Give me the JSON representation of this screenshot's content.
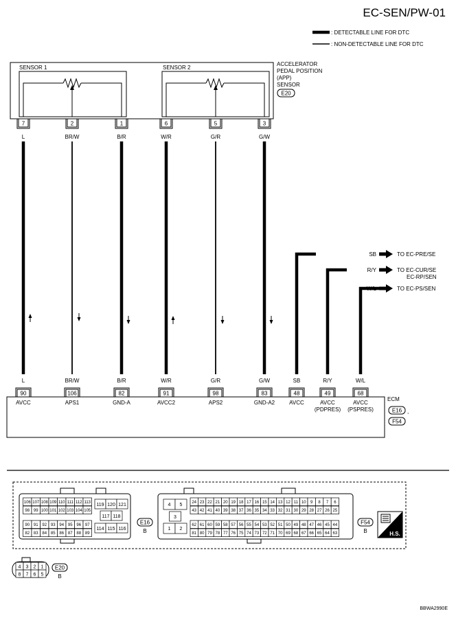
{
  "header": {
    "title": "EC-SEN/PW-01",
    "legend_detectable": ": DETECTABLE LINE FOR DTC",
    "legend_non_detectable": ": NON-DETECTABLE LINE FOR DTC"
  },
  "sensor": {
    "label_lines": [
      "ACCELERATOR",
      "PEDAL POSITION",
      "(APP)",
      "SENSOR"
    ],
    "connector": "E20",
    "sensor1": "SENSOR 1",
    "sensor2": "SENSOR 2"
  },
  "wires": [
    {
      "pin": "7",
      "color": "L",
      "ecm_pin": "90",
      "ecm_label": "AVCC",
      "arrow": "up",
      "detectable": true
    },
    {
      "pin": "2",
      "color": "BR/W",
      "ecm_pin": "106",
      "ecm_label": "APS1",
      "arrow": "down",
      "detectable": false
    },
    {
      "pin": "1",
      "color": "B/R",
      "ecm_pin": "82",
      "ecm_label": "GND-A",
      "arrow": "down",
      "detectable": true
    },
    {
      "pin": "6",
      "color": "W/R",
      "ecm_pin": "91",
      "ecm_label": "AVCC2",
      "arrow": "up",
      "detectable": true
    },
    {
      "pin": "5",
      "color": "G/R",
      "ecm_pin": "98",
      "ecm_label": "APS2",
      "arrow": "down",
      "detectable": false
    },
    {
      "pin": "3",
      "color": "G/W",
      "ecm_pin": "83",
      "ecm_label": "GND-A2",
      "arrow": "down",
      "detectable": true
    }
  ],
  "branch_wires": [
    {
      "color": "SB",
      "ecm_pin": "48",
      "ecm_label": "AVCC",
      "ecm_label2": "",
      "to": "TO EC-PRE/SE",
      "to2": ""
    },
    {
      "color": "R/Y",
      "ecm_pin": "49",
      "ecm_label": "AVCC",
      "ecm_label2": "(PDPRES)",
      "to": "TO EC-CUR/SE",
      "to2": "EC-RP/SEN"
    },
    {
      "color": "W/L",
      "ecm_pin": "68",
      "ecm_label": "AVCC",
      "ecm_label2": "(PSPRES)",
      "to": "TO EC-PS/SEN",
      "to2": ""
    }
  ],
  "ecm": {
    "label": "ECM",
    "connectors": [
      "E16",
      "F54"
    ],
    "comma": ","
  },
  "connector_views": {
    "e16": {
      "name": "E16",
      "sub": "B",
      "row1": [
        "106",
        "107",
        "108",
        "109",
        "110",
        "111",
        "112",
        "113"
      ],
      "row2": [
        "98",
        "99",
        "100",
        "101",
        "102",
        "103",
        "104",
        "105"
      ],
      "row3": [
        "90",
        "91",
        "92",
        "93",
        "94",
        "95",
        "96",
        "97"
      ],
      "row4": [
        "82",
        "83",
        "84",
        "85",
        "86",
        "87",
        "88",
        "89"
      ],
      "mid_top": [
        "119",
        "120",
        "121"
      ],
      "mid_mid": [
        "117",
        "118"
      ],
      "mid_bot": [
        "114",
        "115",
        "116"
      ]
    },
    "f54": {
      "name": "F54",
      "sub": "B",
      "left_top": [
        "4",
        "5"
      ],
      "left_mid": [
        "3"
      ],
      "left_bot": [
        "1",
        "2"
      ],
      "row1": [
        "24",
        "23",
        "22",
        "21",
        "20",
        "19",
        "18",
        "17",
        "16",
        "15",
        "14",
        "13",
        "12",
        "11",
        "10",
        "9",
        "8",
        "7",
        "6"
      ],
      "row2": [
        "43",
        "42",
        "41",
        "40",
        "39",
        "38",
        "37",
        "36",
        "35",
        "34",
        "33",
        "32",
        "31",
        "30",
        "29",
        "28",
        "27",
        "26",
        "25"
      ],
      "row3": [
        "62",
        "61",
        "60",
        "59",
        "58",
        "57",
        "56",
        "55",
        "54",
        "53",
        "52",
        "51",
        "50",
        "49",
        "48",
        "47",
        "46",
        "45",
        "44"
      ],
      "row4": [
        "81",
        "80",
        "79",
        "78",
        "77",
        "76",
        "75",
        "74",
        "73",
        "72",
        "71",
        "70",
        "69",
        "68",
        "67",
        "66",
        "65",
        "64",
        "63"
      ]
    },
    "hs_badge": "H.S.",
    "e20": {
      "name": "E20",
      "sub": "B",
      "top": [
        "4",
        "3",
        "2",
        "1"
      ],
      "bottom": [
        "8",
        "7",
        "6",
        "5"
      ]
    }
  },
  "footer": {
    "code": "BBWA2990E"
  }
}
